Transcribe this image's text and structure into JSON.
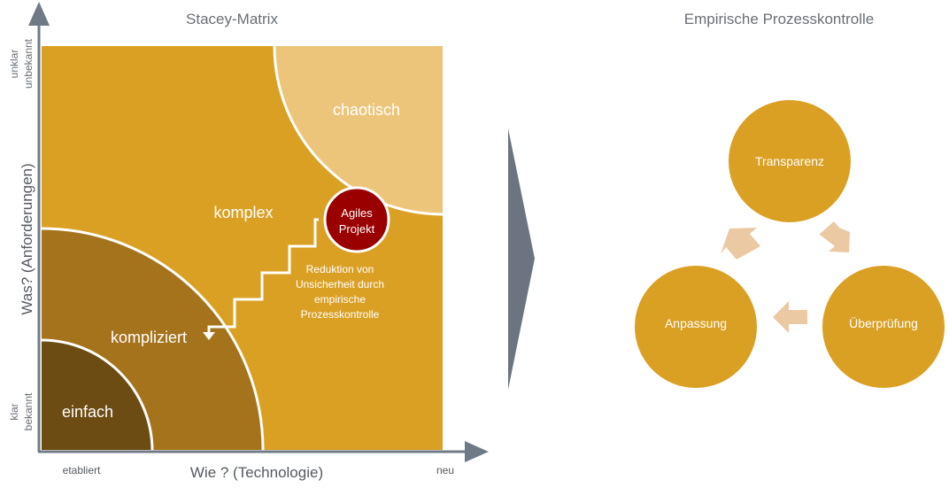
{
  "left": {
    "title": "Stacey-Matrix",
    "y_axis": {
      "label": "Was? (Anforderungen)",
      "top_line1": "unklar",
      "top_line2": "unbekannt",
      "bottom_line1": "klar",
      "bottom_line2": "bekannt"
    },
    "x_axis": {
      "label": "Wie ? (Technologie)",
      "left": "etabliert",
      "right": "neu"
    },
    "regions": {
      "chaotic": "chaotisch",
      "complex": "komplex",
      "complicated": "kompliziert",
      "simple": "einfach"
    },
    "agile": {
      "line1": "Agiles",
      "line2": "Projekt"
    },
    "reduction": {
      "line1": "Reduktion von",
      "line2": "Unsicherheit durch",
      "line3": "empirische",
      "line4": "Prozesskontrolle"
    },
    "colors": {
      "complex": "#DAA024",
      "chaotic": "#EDC57A",
      "complicated": "#A5731C",
      "simple": "#6C4C13",
      "agile": "#9B0000",
      "axis": "#707A86"
    }
  },
  "right": {
    "title": "Empirische Prozesskontrolle",
    "nodes": {
      "top": "Transparenz",
      "right": "Überprüfung",
      "left": "Anpassung"
    },
    "colors": {
      "node": "#DAA024",
      "arrow": "#EBC9A3",
      "divider": "#6B7480"
    }
  }
}
